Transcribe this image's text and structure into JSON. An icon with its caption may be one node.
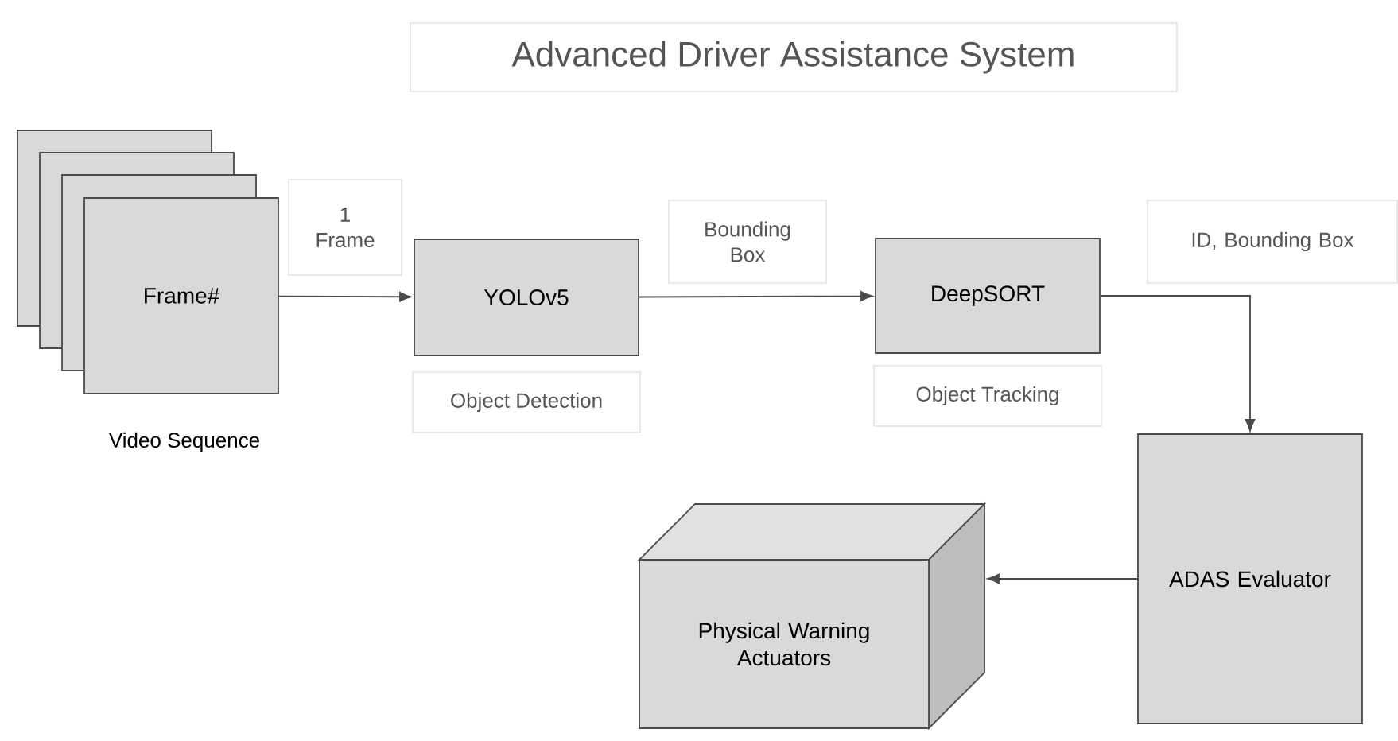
{
  "diagram": {
    "title": "Advanced Driver Assistance System",
    "nodes": [
      {
        "text": [
          "Frame#"
        ],
        "beside": [
          "Video Sequence"
        ]
      },
      {
        "text": [
          "YOLOv5"
        ],
        "beside": [
          "Object Detection"
        ]
      },
      {
        "text": [
          "DeepSORT"
        ],
        "beside": [
          "Object Tracking"
        ]
      },
      {
        "text": [
          "ADAS Evaluator"
        ]
      },
      {
        "text": [
          "Physical Warning Actuators"
        ]
      }
    ],
    "edges": [
      {
        "from": 0,
        "to": 1,
        "arrow": "to",
        "label": "1 Frame"
      },
      {
        "from": 1,
        "to": 2,
        "arrow": "to",
        "label": "Bounding Box"
      },
      {
        "from": 2,
        "to": 3,
        "arrow": "to",
        "label": "ID, Bounding Box"
      },
      {
        "from": 3,
        "to": 4,
        "arrow": "to"
      }
    ]
  }
}
